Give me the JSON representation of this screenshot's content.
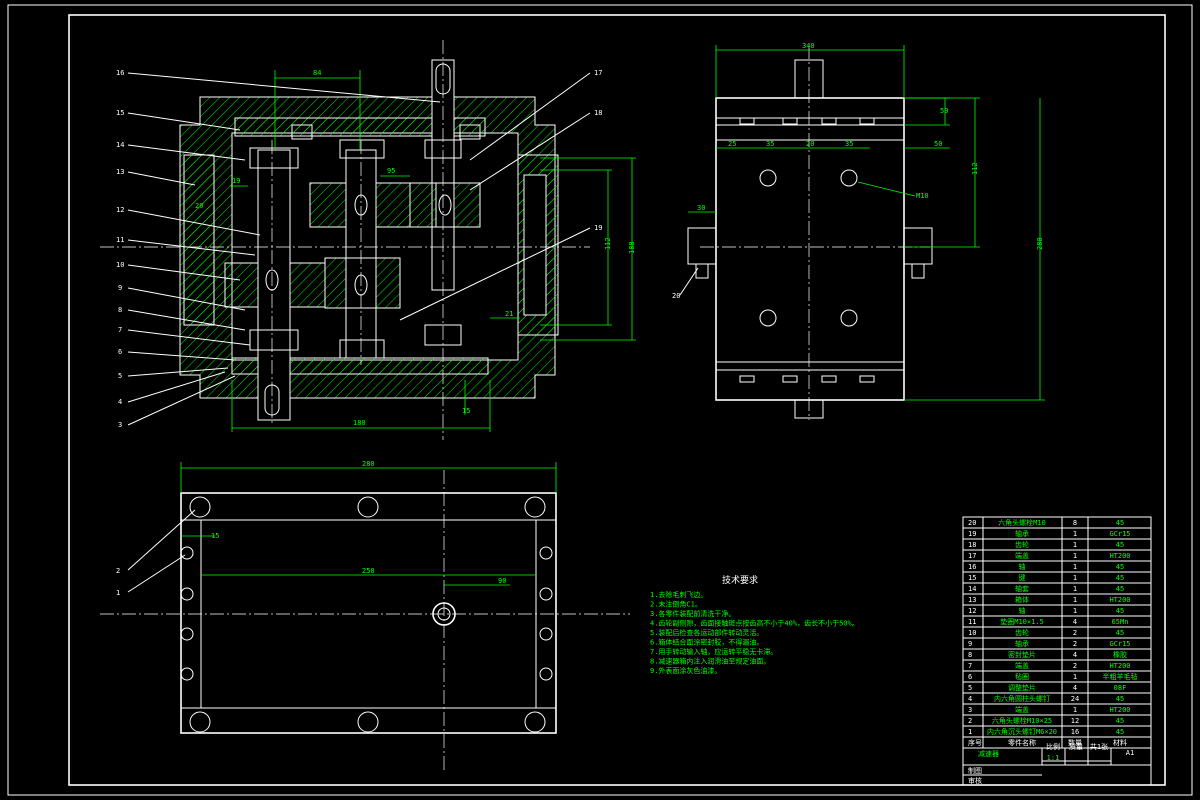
{
  "front_view": {
    "dims": {
      "top_span": "84",
      "bottom_span": "180",
      "right_offset": "15",
      "inner_small": "95",
      "small_left": "19",
      "small_mid": "20",
      "right_h1": "112",
      "right_h2": "188",
      "ring_a": "21"
    },
    "callouts_left": [
      "16",
      "15",
      "14",
      "13",
      "12",
      "11",
      "10",
      "9",
      "8",
      "7",
      "6",
      "5",
      "4",
      "3"
    ],
    "callouts_right": [
      "17",
      "18",
      "19"
    ]
  },
  "side_view": {
    "dims": {
      "width": "340",
      "top_gap": "50",
      "bolt_pitch": [
        "25",
        "35",
        "20",
        "35"
      ],
      "right_gap": "50",
      "hole_spacing": "112",
      "height": "280",
      "hole_label": "M10",
      "stud_len": "30"
    },
    "callout": "20"
  },
  "bottom_view": {
    "dims": {
      "overall_width": "280",
      "inner_width": "250",
      "offset": "15",
      "hole_offset": "90"
    },
    "callouts": [
      "2",
      "1"
    ]
  },
  "tech_notes": {
    "title": "技术要求",
    "lines": [
      "1.去除毛刺飞边。",
      "2.未注倒角C1。",
      "3.各零件装配前清洗干净。",
      "4.齿轮副侧隙，齿面接触斑点按齿高不小于40%，齿长不小于50%。",
      "5.装配后检查各运动部件转动灵活。",
      "6.箱体结合面涂密封胶，不得漏油。",
      "7.用手转动输入轴，应运转平稳无卡滞。",
      "8.减速器箱内注入润滑油至规定油面。",
      "9.外表面涂灰色油漆。"
    ]
  },
  "bom": {
    "rows": [
      {
        "no": "20",
        "name": "六角头螺栓M10",
        "qty": "8",
        "mat": "45"
      },
      {
        "no": "19",
        "name": "轴承",
        "qty": "1",
        "mat": "GCr15"
      },
      {
        "no": "18",
        "name": "齿轮",
        "qty": "1",
        "mat": "45"
      },
      {
        "no": "17",
        "name": "端盖",
        "qty": "1",
        "mat": "HT200"
      },
      {
        "no": "16",
        "name": "轴",
        "qty": "1",
        "mat": "45"
      },
      {
        "no": "15",
        "name": "键",
        "qty": "1",
        "mat": "45"
      },
      {
        "no": "14",
        "name": "轴套",
        "qty": "1",
        "mat": "45"
      },
      {
        "no": "13",
        "name": "箱体",
        "qty": "1",
        "mat": "HT200"
      },
      {
        "no": "12",
        "name": "轴",
        "qty": "1",
        "mat": "45"
      },
      {
        "no": "11",
        "name": "垫圈M10×1.5",
        "qty": "4",
        "mat": "65Mn"
      },
      {
        "no": "10",
        "name": "齿轮",
        "qty": "2",
        "mat": "45"
      },
      {
        "no": "9",
        "name": "轴承",
        "qty": "2",
        "mat": "GCr15"
      },
      {
        "no": "8",
        "name": "密封垫片",
        "qty": "4",
        "mat": "橡胶"
      },
      {
        "no": "7",
        "name": "端盖",
        "qty": "2",
        "mat": "HT200"
      },
      {
        "no": "6",
        "name": "毡圈",
        "qty": "1",
        "mat": "半粗羊毛毡"
      },
      {
        "no": "5",
        "name": "调整垫片",
        "qty": "4",
        "mat": "08F"
      },
      {
        "no": "4",
        "name": "内六角圆柱头螺钉",
        "qty": "24",
        "mat": "45"
      },
      {
        "no": "3",
        "name": "端盖",
        "qty": "1",
        "mat": "HT200"
      },
      {
        "no": "2",
        "name": "六角头螺栓M10×25",
        "qty": "12",
        "mat": "45"
      },
      {
        "no": "1",
        "name": "内六角沉头螺钉M6×20",
        "qty": "16",
        "mat": "45"
      }
    ],
    "header": {
      "no": "序号",
      "name": "零件名称",
      "qty": "数量",
      "mat": "材料"
    },
    "title_block": {
      "drawing_name": "减速器",
      "scale_label": "比例",
      "scale": "1:1",
      "mass_label": "质量",
      "sheet_label": "共1张",
      "sheet_no": "A1",
      "drawn_label": "制图",
      "checked_label": "审核"
    }
  },
  "colors": {
    "background": "#000000",
    "lines": "#ffffff",
    "dimension": "#00ff00"
  }
}
